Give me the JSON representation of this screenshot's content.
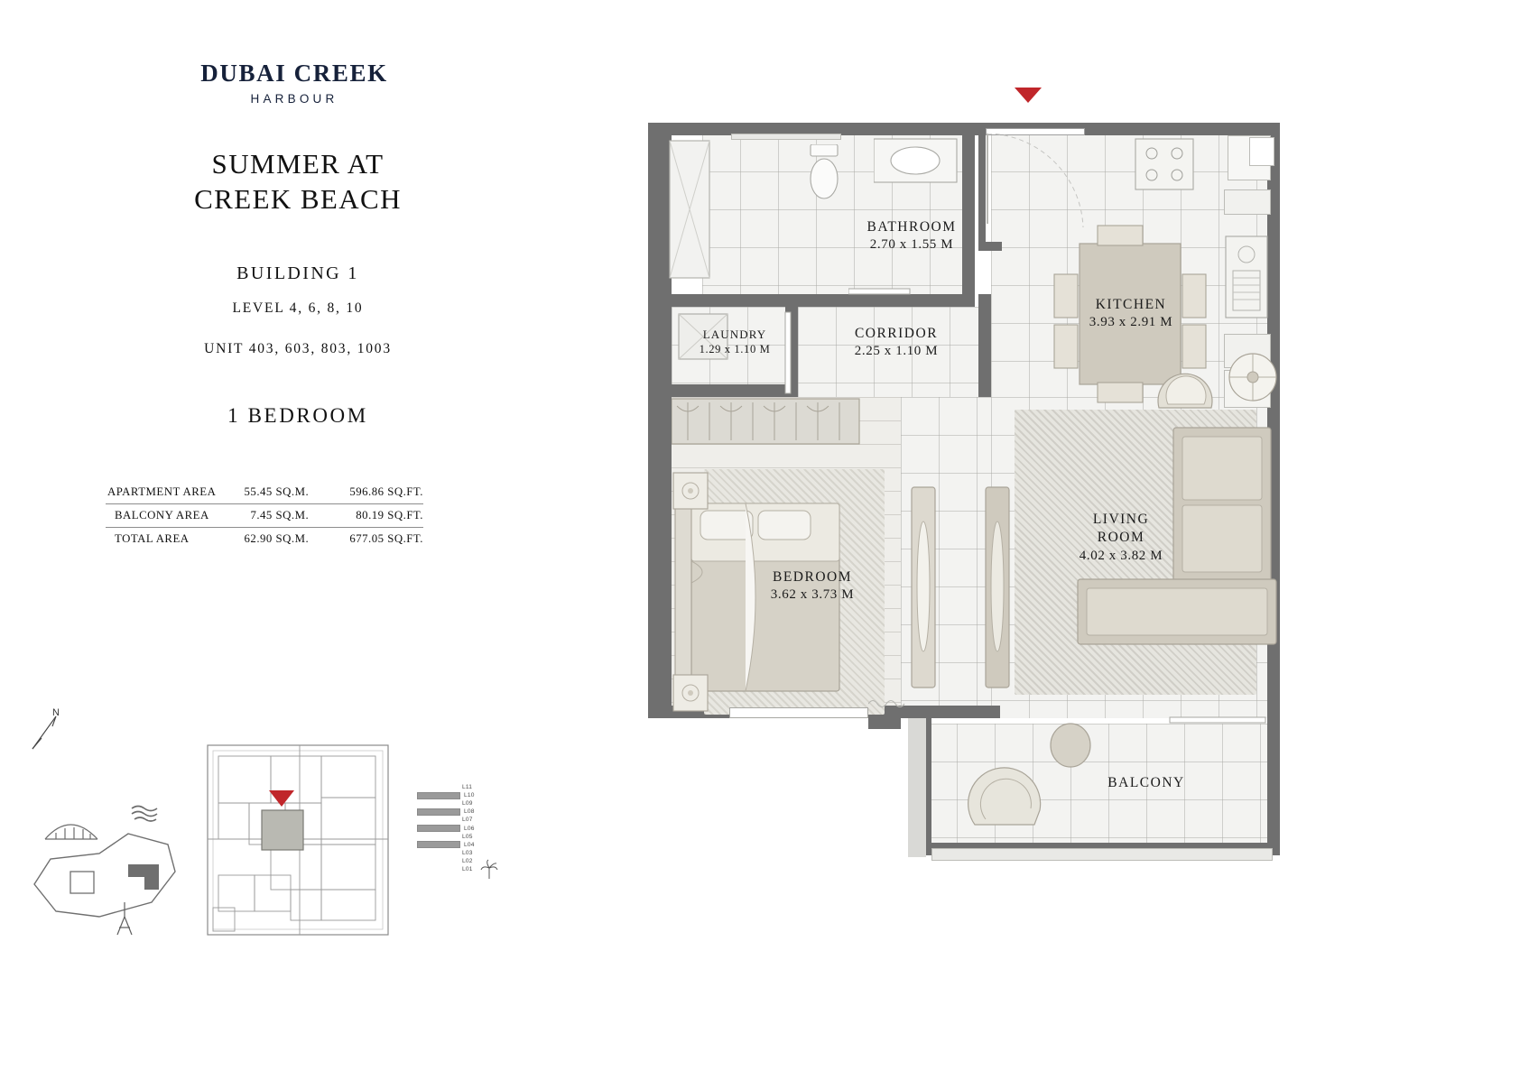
{
  "brand": {
    "name": "DUBAI CREEK",
    "sub": "HARBOUR"
  },
  "project": {
    "title_line1": "SUMMER AT",
    "title_line2": "CREEK BEACH",
    "building": "BUILDING 1",
    "levels": "LEVEL 4, 6, 8, 10",
    "units": "UNIT 403, 603, 803, 1003",
    "bedrooms": "1 BEDROOM"
  },
  "area_table": {
    "rows": [
      {
        "label": "APARTMENT AREA",
        "sqm": "55.45 SQ.M.",
        "sqft": "596.86 SQ.FT."
      },
      {
        "label": "BALCONY AREA",
        "sqm": "7.45 SQ.M.",
        "sqft": "80.19 SQ.FT."
      },
      {
        "label": "TOTAL AREA",
        "sqm": "62.90 SQ.M.",
        "sqft": "677.05 SQ.FT."
      }
    ]
  },
  "keyplan": {
    "compass_label": "N",
    "levels_legend": [
      {
        "id": "L11",
        "active": false
      },
      {
        "id": "L10",
        "active": true
      },
      {
        "id": "L09",
        "active": false
      },
      {
        "id": "L08",
        "active": true
      },
      {
        "id": "L07",
        "active": false
      },
      {
        "id": "L06",
        "active": true
      },
      {
        "id": "L05",
        "active": false
      },
      {
        "id": "L04",
        "active": true
      },
      {
        "id": "L03",
        "active": false
      },
      {
        "id": "L02",
        "active": false
      },
      {
        "id": "L01",
        "active": false
      }
    ]
  },
  "floorplan": {
    "rooms": [
      {
        "key": "bathroom",
        "name": "BATHROOM",
        "dim": "2.70 x 1.55 M"
      },
      {
        "key": "laundry",
        "name": "LAUNDRY",
        "dim": "1.29 x 1.10 M"
      },
      {
        "key": "corridor",
        "name": "CORRIDOR",
        "dim": "2.25 x 1.10 M"
      },
      {
        "key": "kitchen",
        "name": "KITCHEN",
        "dim": "3.93 x 2.91 M"
      },
      {
        "key": "bedroom",
        "name": "BEDROOM",
        "dim": "3.62 x 3.73 M"
      },
      {
        "key": "living_room",
        "name": "LIVING\nROOM",
        "dim": "4.02 x 3.82 M"
      },
      {
        "key": "balcony",
        "name": "BALCONY",
        "dim": ""
      }
    ],
    "living_room_name_l1": "LIVING",
    "living_room_name_l2": "ROOM",
    "entry_marker": "entrance-marker"
  },
  "colors": {
    "brand_navy": "#16213a",
    "marker_red": "#c0262a",
    "wall_dark": "#6f6f6f",
    "floor_light": "#f3f3f1"
  }
}
